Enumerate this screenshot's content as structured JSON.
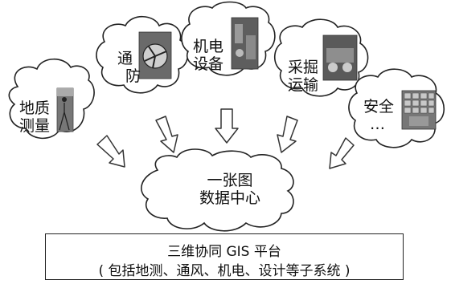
{
  "sources": [
    {
      "id": "survey",
      "lines": [
        "地质",
        "测量"
      ]
    },
    {
      "id": "ventilation",
      "lines": [
        "通",
        "防"
      ]
    },
    {
      "id": "mechanical",
      "lines": [
        "机电",
        "设备"
      ]
    },
    {
      "id": "mining",
      "lines": [
        "采掘",
        "运输"
      ]
    },
    {
      "id": "safety",
      "lines": [
        "安全",
        "…"
      ]
    }
  ],
  "center": {
    "lines": [
      "一张图",
      "数据中心"
    ]
  },
  "platform": {
    "line1": "三维协同 GIS 平台",
    "line2": "( 包括地测、通风、机电、设计等子系统 )"
  }
}
